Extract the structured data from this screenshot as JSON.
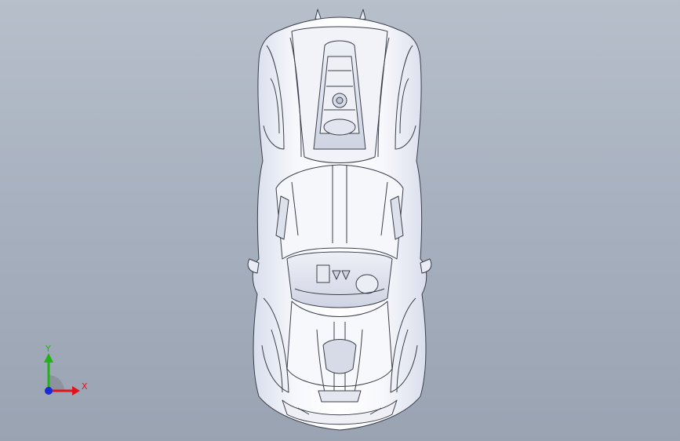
{
  "viewport": {
    "model": "car-top-view",
    "colors": {
      "background_top": "#b7bfcb",
      "background_bottom": "#99a3b2",
      "body_fill": "#f3f5fb",
      "body_shade": "#d7dceb",
      "edge": "#3b3f4a",
      "glass": "#dfe3ee"
    }
  },
  "triad": {
    "x_label": "X",
    "y_label": "Y",
    "colors": {
      "x": "#e0141c",
      "y": "#21b21a",
      "z": "#1a2ad6",
      "plane": "#8a8f98"
    }
  }
}
